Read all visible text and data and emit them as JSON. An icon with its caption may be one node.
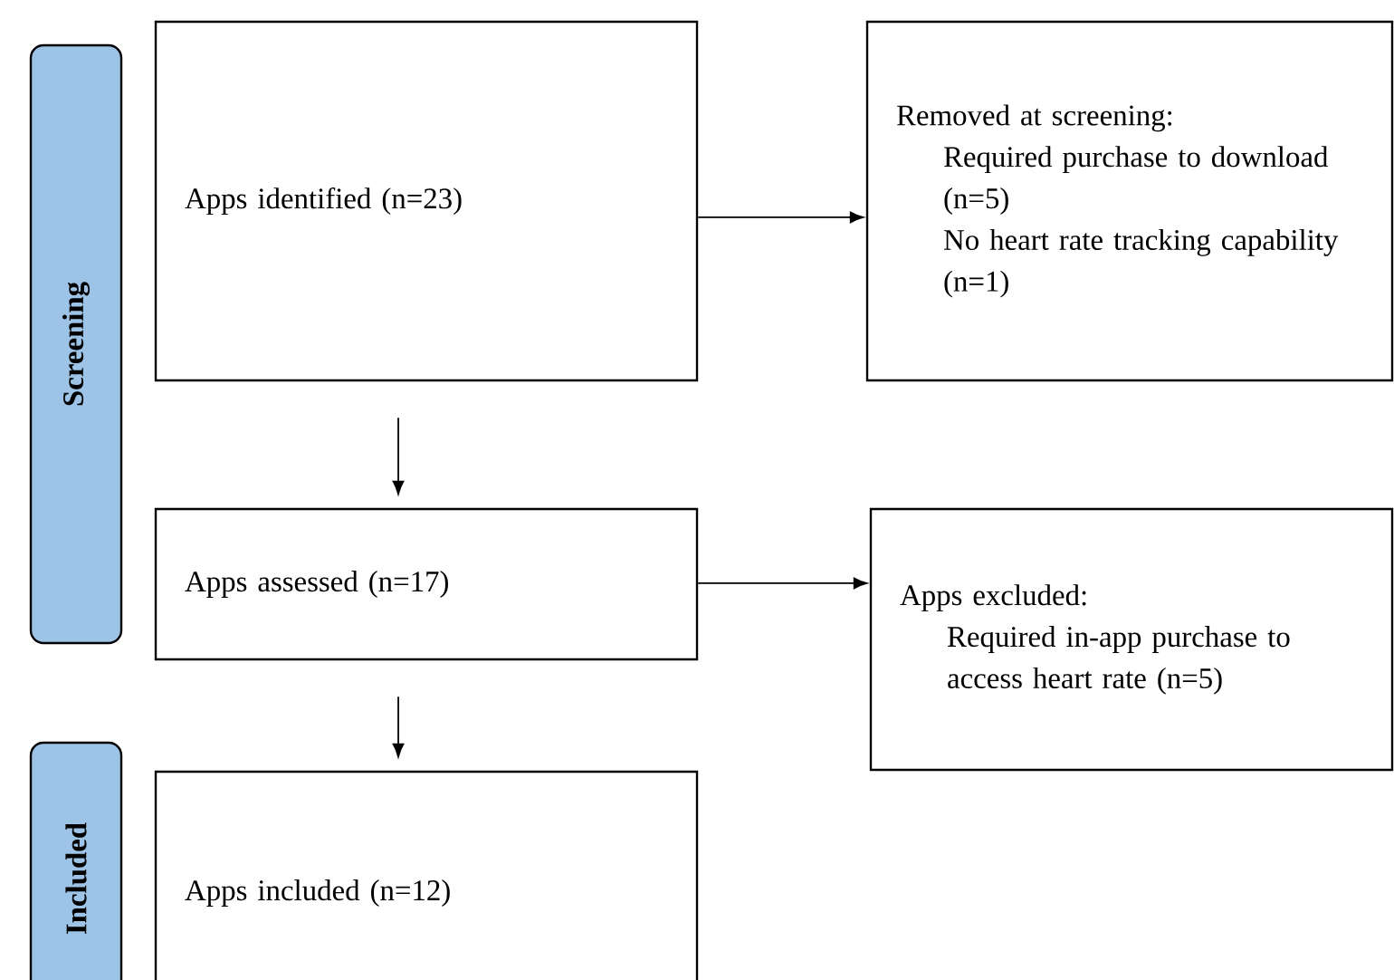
{
  "diagram": {
    "nodes": [
      {
        "text": [
          "Screening"
        ]
      },
      {
        "text": [
          "Apps identified (n=23)"
        ]
      },
      {
        "text": [
          "Removed at screening:",
          "Required purchase to download (n=5)",
          "No heart rate tracking capability (n=1)"
        ]
      },
      {
        "text": [
          "Apps assessed (n=17)"
        ]
      },
      {
        "text": [
          "Apps excluded:",
          "Required in-app purchase to access heart rate (n=5)"
        ]
      },
      {
        "text": [
          "Included"
        ]
      },
      {
        "text": [
          "Apps included (n=12)"
        ]
      }
    ],
    "edges": [
      {
        "from": 1,
        "to": 2,
        "arrow": "to"
      },
      {
        "from": 1,
        "to": 3,
        "arrow": "to"
      },
      {
        "from": 3,
        "to": 4,
        "arrow": "to"
      },
      {
        "from": 3,
        "to": 6,
        "arrow": "to"
      }
    ]
  }
}
